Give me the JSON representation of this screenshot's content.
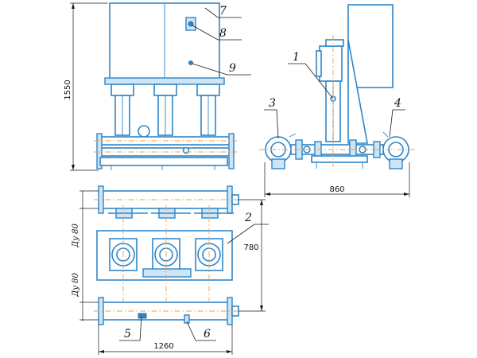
{
  "callouts": {
    "c1": "1",
    "c2": "2",
    "c3": "3",
    "c4": "4",
    "c5": "5",
    "c6": "6",
    "c7": "7",
    "c8": "8",
    "c9": "9"
  },
  "dimensions": {
    "height": "1550",
    "depth": "860",
    "length": "1260",
    "width": "780",
    "nozzle_top": "Ду 80",
    "nozzle_bottom": "Ду 80"
  },
  "colors": {
    "equipment": "#2e86c8",
    "axis": "#f0a040",
    "dimension": "#1a1a1a"
  }
}
